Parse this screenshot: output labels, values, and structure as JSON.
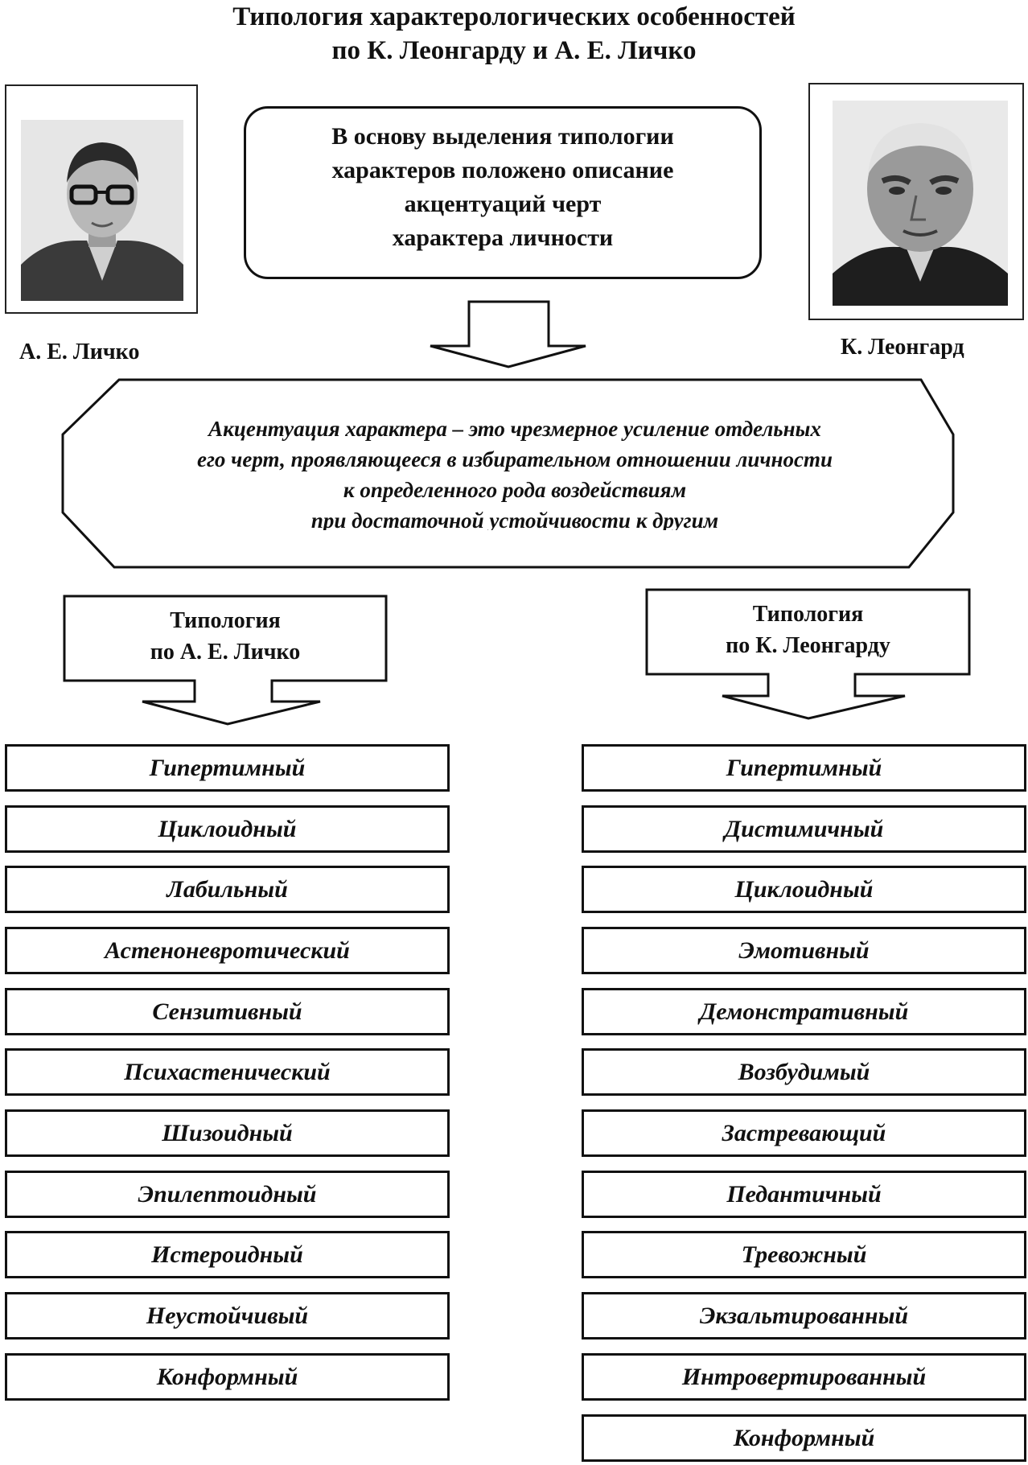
{
  "title": {
    "line1": "Типология характерологических особенностей",
    "line2": "по К. Леонгарду и А. Е. Личко"
  },
  "left_photo": {
    "caption": "А. Е. Личко"
  },
  "right_photo": {
    "caption": "К. Леонгард"
  },
  "basis_box": {
    "lines": [
      "В основу выделения типологии",
      "характеров положено описание",
      "акцентуаций черт",
      "характера личности"
    ]
  },
  "definition_box": {
    "lines": [
      "Акцентуация характера – это чрезмерное усиление отдельных",
      "его черт, проявляющееся в избирательном отношении личности",
      "к определенного рода воздействиям",
      "при достаточной устойчивости к другим"
    ]
  },
  "lichko": {
    "heading_line1": "Типология",
    "heading_line2": "по А. Е. Личко",
    "types": [
      "Гипертимный",
      "Циклоидный",
      "Лабильный",
      "Астеноневротический",
      "Сензитивный",
      "Психастенический",
      "Шизоидный",
      "Эпилептоидный",
      "Истероидный",
      "Неустойчивый",
      "Конформный"
    ]
  },
  "leonhard": {
    "heading_line1": "Типология",
    "heading_line2": "по К. Леонгарду",
    "types": [
      "Гипертимный",
      "Дистимичный",
      "Циклоидный",
      "Эмотивный",
      "Демонстративный",
      "Возбудимый",
      "Застревающий",
      "Педантичный",
      "Тревожный",
      "Экзальтированный",
      "Интровертированный",
      "Конформный"
    ]
  }
}
